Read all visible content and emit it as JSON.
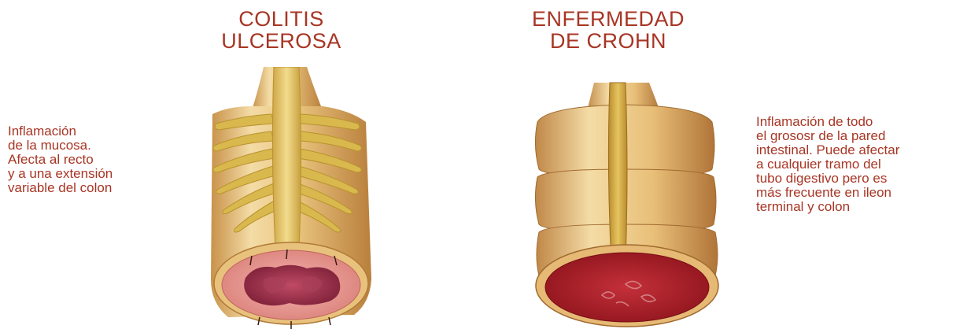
{
  "diagram": {
    "left": {
      "title_lines": [
        "COLITIS",
        "ULCEROSA"
      ],
      "description_lines": [
        "Inflamación",
        "de la mucosa.",
        "Afecta al recto",
        "y a una extensión",
        "variable del colon"
      ]
    },
    "right": {
      "title_lines": [
        "ENFERMEDAD",
        "DE CROHN"
      ],
      "description_lines": [
        "Inflamación de todo",
        "el grososr de la pared",
        "intestinal. Puede afectar",
        "a cualquier tramo del",
        "tubo digestivo pero es",
        "más frecuente en ileon",
        "terminal y colon"
      ]
    }
  },
  "colors": {
    "title_text": "#a83524",
    "body_text": "#a83524",
    "bowel_outer": "#e2b66c",
    "bowel_highlight": "#f4dca6",
    "mesentery": "#d7b84a",
    "mucosa_uc": "#e39a95",
    "ulcer_uc": "#9d2f4a",
    "mucosa_crohn": "#a61b22",
    "mucosa_crohn_inner": "#c4303a"
  }
}
